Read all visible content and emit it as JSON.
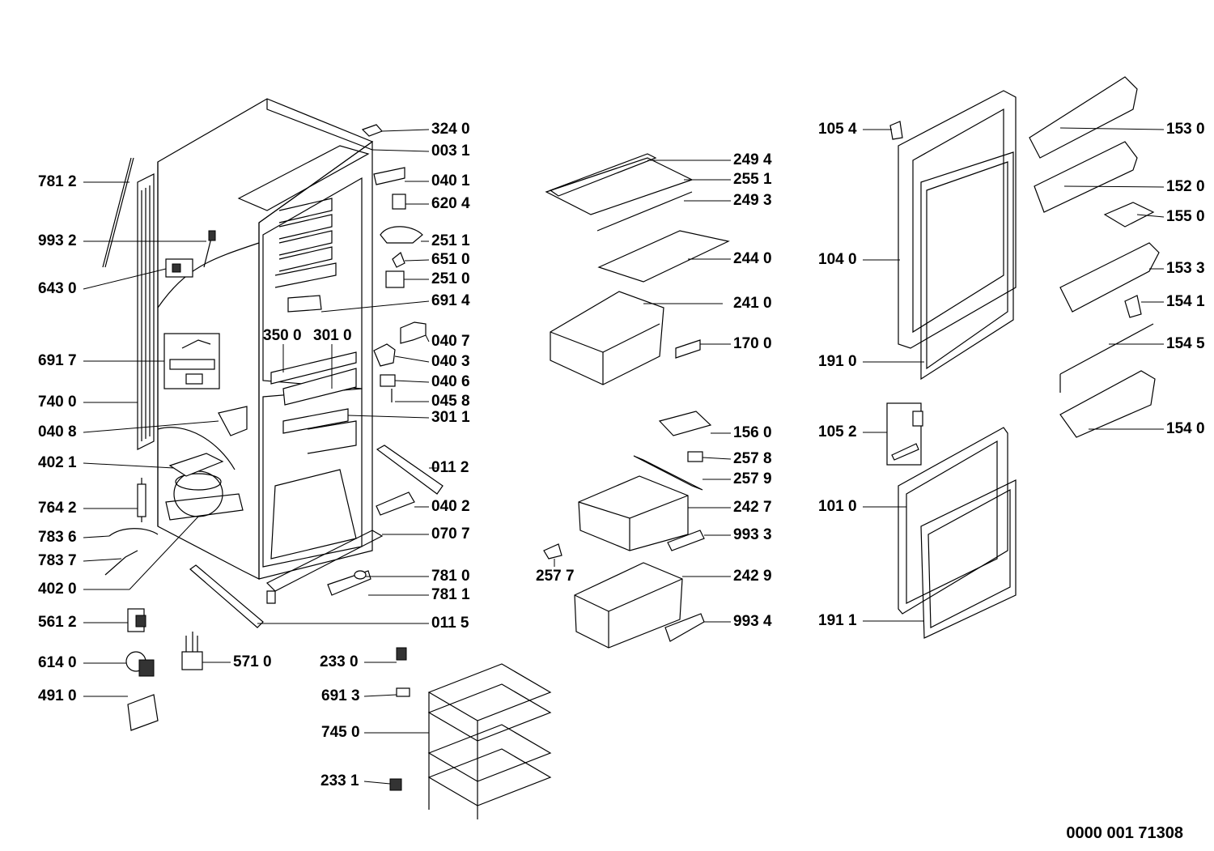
{
  "document_number": "0000 001 71308",
  "labels": {
    "l_7812": "781 2",
    "l_9932": "993 2",
    "l_6430": "643 0",
    "l_6917": "691 7",
    "l_7400": "740 0",
    "l_0408": "040 8",
    "l_4021": "402 1",
    "l_7642": "764 2",
    "l_7836": "783 6",
    "l_7837": "783 7",
    "l_4020": "402 0",
    "l_5612": "561 2",
    "l_6140": "614 0",
    "l_4910": "491 0",
    "l_5710": "571 0",
    "l_3240": "324 0",
    "l_0031": "003 1",
    "l_0401": "040 1",
    "l_6204": "620 4",
    "l_2511": "251 1",
    "l_6510": "651 0",
    "l_2510": "251 0",
    "l_6914": "691 4",
    "l_3500": "350 0",
    "l_3010": "301 0",
    "l_0407": "040 7",
    "l_0403": "040 3",
    "l_0406": "040 6",
    "l_0458": "045 8",
    "l_3011": "301 1",
    "l_0112": "011 2",
    "l_0402": "040 2",
    "l_0707": "070 7",
    "l_7810": "781 0",
    "l_7811": "781 1",
    "l_0115": "011 5",
    "l_2330": "233 0",
    "l_6913": "691 3",
    "l_7450": "745 0",
    "l_2331": "233 1",
    "l_2494": "249 4",
    "l_2551": "255 1",
    "l_2493": "249 3",
    "l_2440": "244 0",
    "l_2410": "241 0",
    "l_1700": "170 0",
    "l_1560": "156 0",
    "l_2578": "257 8",
    "l_2579": "257 9",
    "l_2427": "242 7",
    "l_9933": "993 3",
    "l_2577": "257 7",
    "l_2429": "242 9",
    "l_9934": "993 4",
    "l_1054": "105 4",
    "l_1040": "104 0",
    "l_1910": "191 0",
    "l_1052": "105 2",
    "l_1010": "101 0",
    "l_1911": "191 1",
    "l_1530": "153 0",
    "l_1520": "152 0",
    "l_1550": "155 0",
    "l_1533": "153 3",
    "l_1541": "154 1",
    "l_1545": "154 5",
    "l_1540": "154 0"
  }
}
